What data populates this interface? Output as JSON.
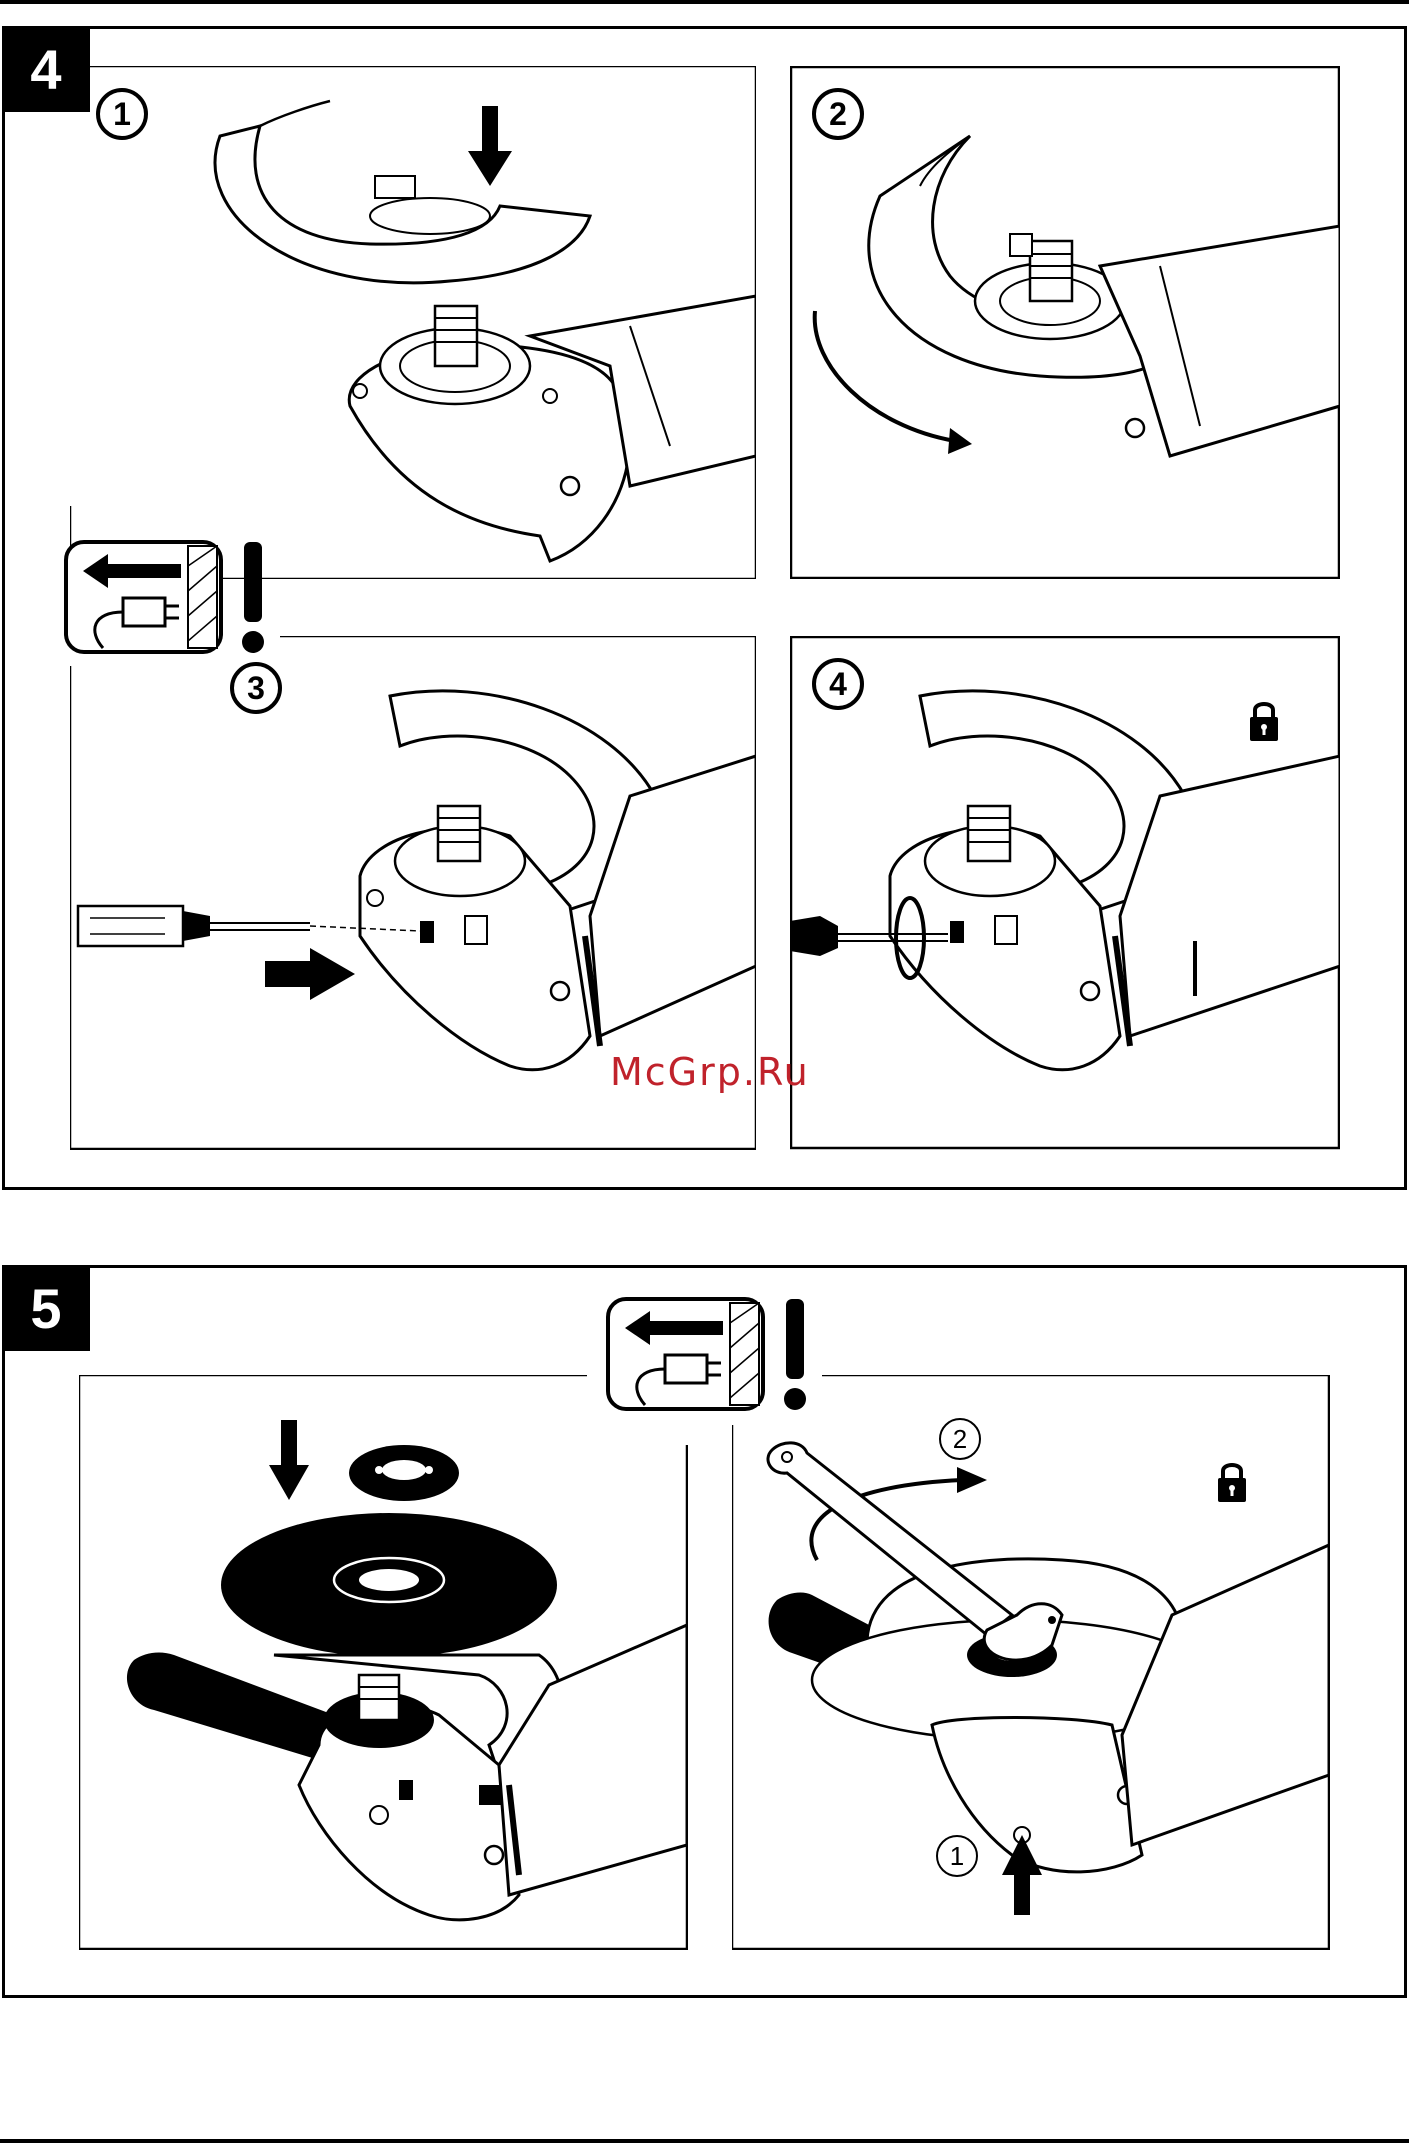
{
  "watermark": "McGrp.Ru",
  "sections": [
    {
      "number": "4",
      "steps": [
        "1",
        "2",
        "3",
        "4"
      ]
    },
    {
      "number": "5",
      "callouts": [
        "1",
        "2"
      ]
    }
  ],
  "icons": {
    "unplug_warning": "unplug-before-work-icon",
    "lock": "padlock-icon",
    "arrow": "arrow-icon"
  }
}
